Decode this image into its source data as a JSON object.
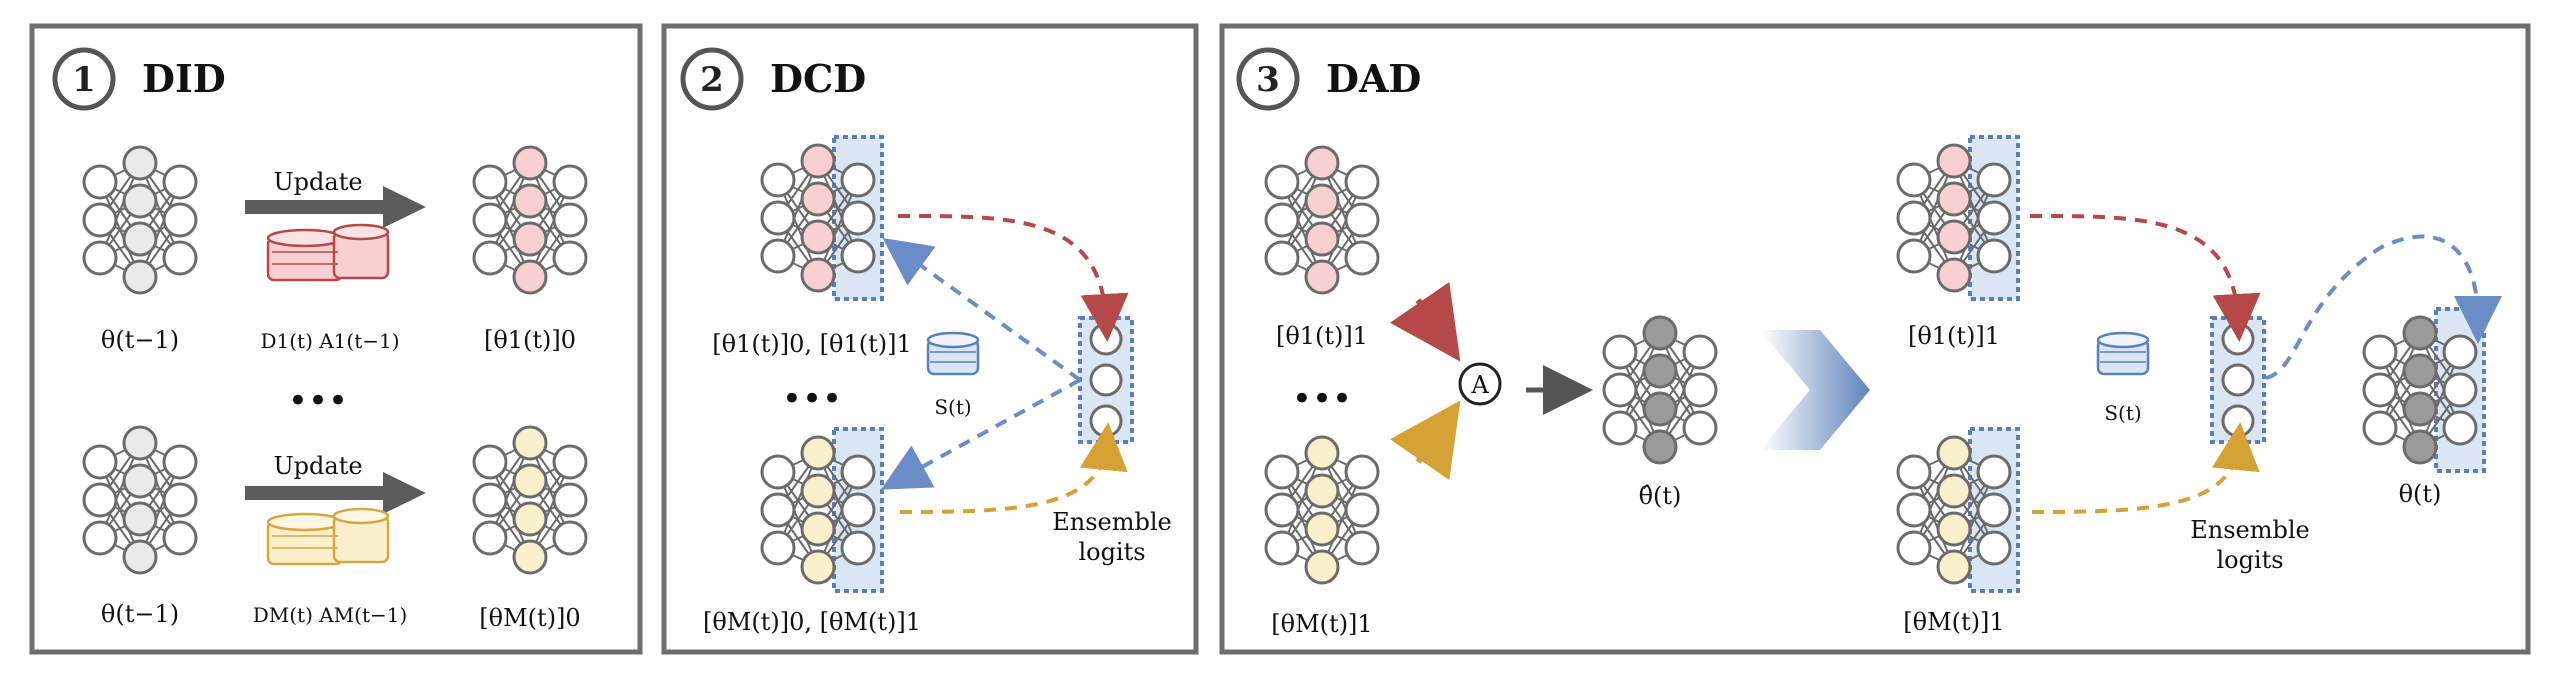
{
  "colors": {
    "red_fill": "#f8d0d2",
    "red_stroke": "#b7484a",
    "yellow_fill": "#fbf0cc",
    "yellow_stroke": "#d6a642",
    "blue_fill": "#dbe6f4",
    "blue_stroke": "#5b7fba",
    "gray_fill": "#eaeaea",
    "dark_fill": "#9a9a9a",
    "arrow_red": "#b5494a",
    "arrow_yellow": "#d6a236",
    "arrow_blue": "#6b8cc6"
  },
  "panels": [
    {
      "number": "1",
      "title": "DID"
    },
    {
      "number": "2",
      "title": "DCD"
    },
    {
      "number": "3",
      "title": "DAD"
    }
  ],
  "did": {
    "update_top": "Update",
    "update_bottom": "Update",
    "theta_prev_top": "θ(t−1)",
    "theta_prev_bottom": "θ(t−1)",
    "data_top": "D1(t)  A1(t−1)",
    "data_bottom": "DM(t)  AM(t−1)",
    "out_top": "[θ1(t)]0",
    "out_bottom": "[θM(t)]0",
    "ellipsis": "•••"
  },
  "dcd": {
    "model_top": "[θ1(t)]0, [θ1(t)]1",
    "model_bottom": "[θM(t)]0, [θM(t)]1",
    "server_data": "S(t)",
    "ensemble_line1": "Ensemble",
    "ensemble_line2": "logits",
    "ellipsis": "•••"
  },
  "dad": {
    "client_top": "[θ1(t)]1",
    "client_bottom": "[θM(t)]1",
    "aggregate_symbol": "A",
    "aggregated": "θ̂(t)",
    "dist_top": "[θ1(t)]1",
    "dist_bottom": "[θM(t)]1",
    "server_data": "S(t)",
    "ensemble_line1": "Ensemble",
    "ensemble_line2": "logits",
    "final": "θ(t)",
    "ellipsis": "•••"
  }
}
